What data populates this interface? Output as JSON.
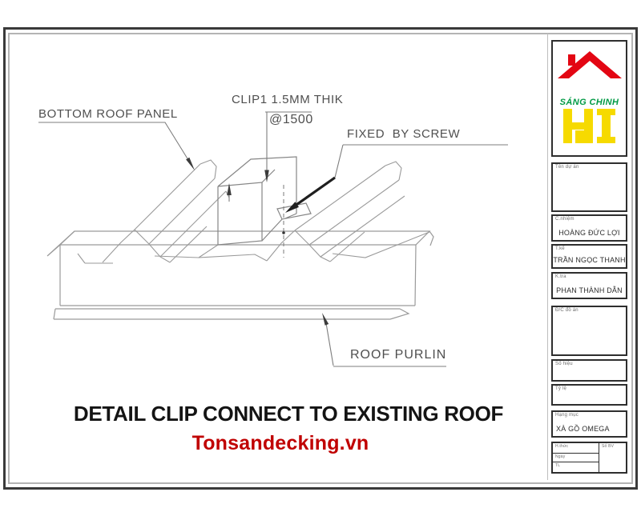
{
  "drawing": {
    "labels": {
      "bottom_roof_panel": "BOTTOM ROOF PANEL",
      "clip_line1": "CLIP1 1.5MM THIK",
      "clip_line2": "@1500",
      "fixed_by_screw": "FIXED  BY SCREW",
      "roof_purlin": "ROOF PURLIN"
    },
    "title": "DETAIL CLIP CONNECT TO EXISTING ROOF",
    "watermark": "Tonsandecking.vn",
    "watermark_color": "#c00000",
    "line_color": "#9a9a9a",
    "leader_color": "#7d7d7d"
  },
  "title_block": {
    "logo": {
      "brand": "SÁNG CHINH",
      "monogram": "HI",
      "roof_color": "#e30613",
      "brand_color": "#009a44",
      "monogram_color": "#f6da00"
    },
    "fields": [
      {
        "label": "Tên dự án",
        "value": ""
      },
      {
        "label": "C.nhiệm",
        "value": "HOÀNG ĐỨC LỢI"
      },
      {
        "label": "T.kế",
        "value": "TRẦN NGỌC THANH"
      },
      {
        "label": "K.tra",
        "value": "PHAN THÀNH DẪN"
      },
      {
        "label": "Đ/C đồ án",
        "value": ""
      },
      {
        "label": "Số hiệu",
        "value": ""
      },
      {
        "label": "Tỷ lệ",
        "value": ""
      },
      {
        "label": "Hạng mục",
        "value": "XÀ GỒ OMEGA"
      }
    ],
    "grid": {
      "cell1": "H.thức",
      "cell2": "Ngày",
      "cell3": "TL",
      "right_label": "Số BV"
    }
  }
}
